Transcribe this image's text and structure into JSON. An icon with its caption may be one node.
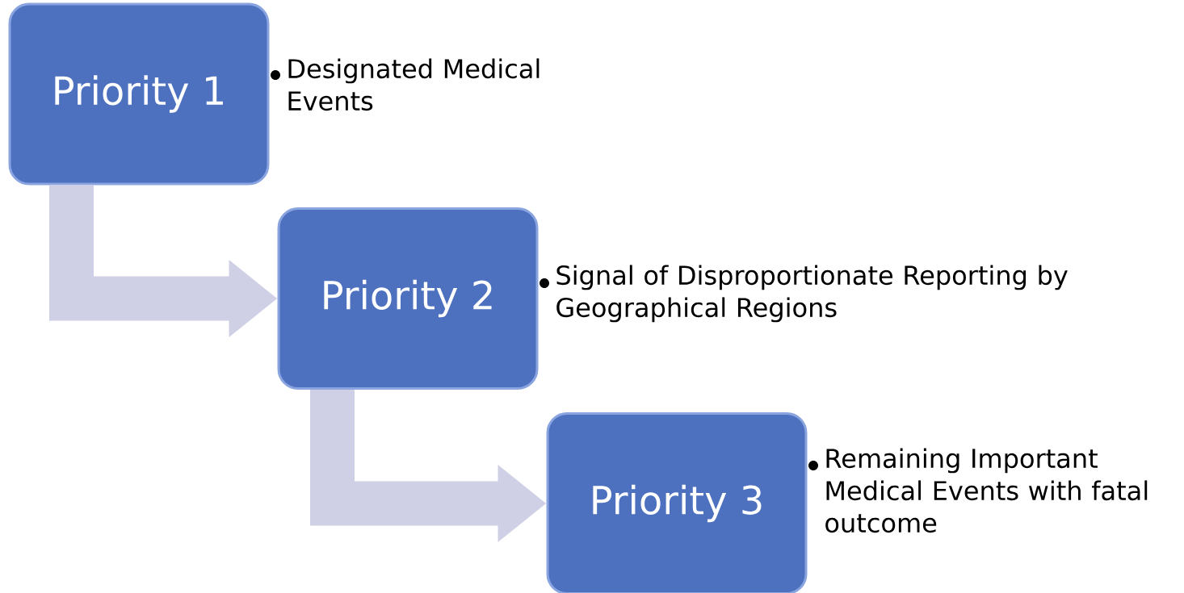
{
  "diagram": {
    "nodes": [
      {
        "text": [
          "Priority 1"
        ],
        "beside": [
          "Designated Medical Events"
        ]
      },
      {
        "text": [
          "Priority 2"
        ],
        "beside": [
          "Signal of Disproportionate Reporting by Geographical Regions"
        ]
      },
      {
        "text": [
          "Priority 3"
        ],
        "beside": [
          "Remaining Important Medical Events with fatal outcome"
        ]
      }
    ],
    "edges": [
      {
        "from": 0,
        "to": 1,
        "arrow": "to"
      },
      {
        "from": 1,
        "to": 2,
        "arrow": "to"
      }
    ]
  }
}
